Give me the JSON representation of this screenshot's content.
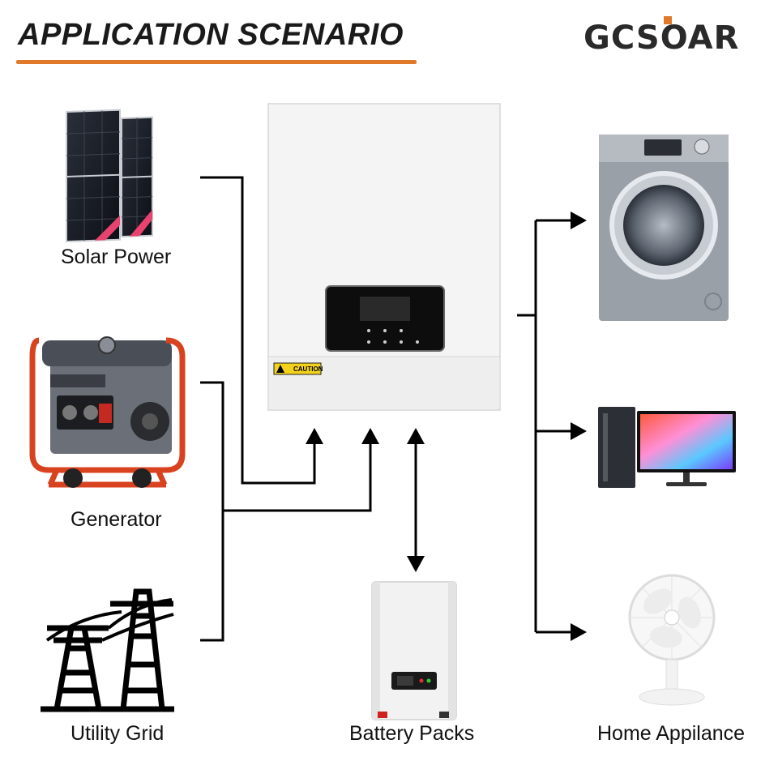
{
  "header": {
    "title": "APPLICATION SCENARIO",
    "brand": "GCSOAR"
  },
  "sources": [
    {
      "label": "Solar Power",
      "icon": "solar-panel-icon"
    },
    {
      "label": "Generator",
      "icon": "generator-icon"
    },
    {
      "label": "Utility Grid",
      "icon": "power-tower-icon"
    }
  ],
  "center": {
    "device": "inverter-icon",
    "caution_label": "CAUTION"
  },
  "storage": {
    "label": "Battery Packs",
    "icon": "battery-pack-icon"
  },
  "loads": {
    "label": "Home Appilance",
    "items": [
      "washing-machine-icon",
      "desktop-computer-icon",
      "fan-icon"
    ]
  },
  "colors": {
    "accent": "#e07a2a",
    "line": "#000000"
  }
}
